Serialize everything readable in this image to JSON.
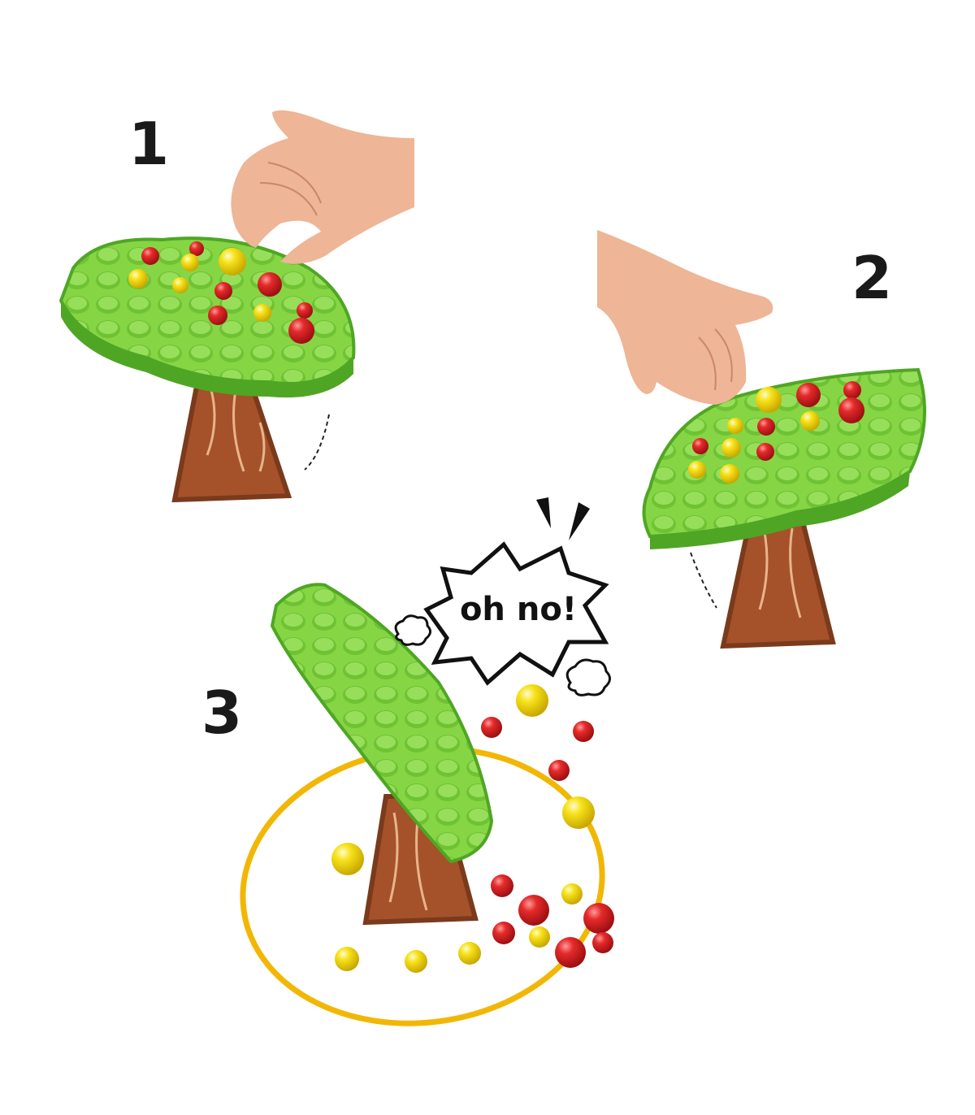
{
  "steps": [
    {
      "label": "1"
    },
    {
      "label": "2"
    },
    {
      "label": "3"
    }
  ],
  "exclamation": "oh no!",
  "colors": {
    "canopy": "#7ccf3a",
    "canopy_dark": "#4fa624",
    "trunk": "#a5512a",
    "trunk_dark": "#7a3a1c",
    "apple_red": "#d91f26",
    "apple_yellow": "#f4d90e",
    "hand": "#eeb596",
    "ring": "#f2b705"
  }
}
